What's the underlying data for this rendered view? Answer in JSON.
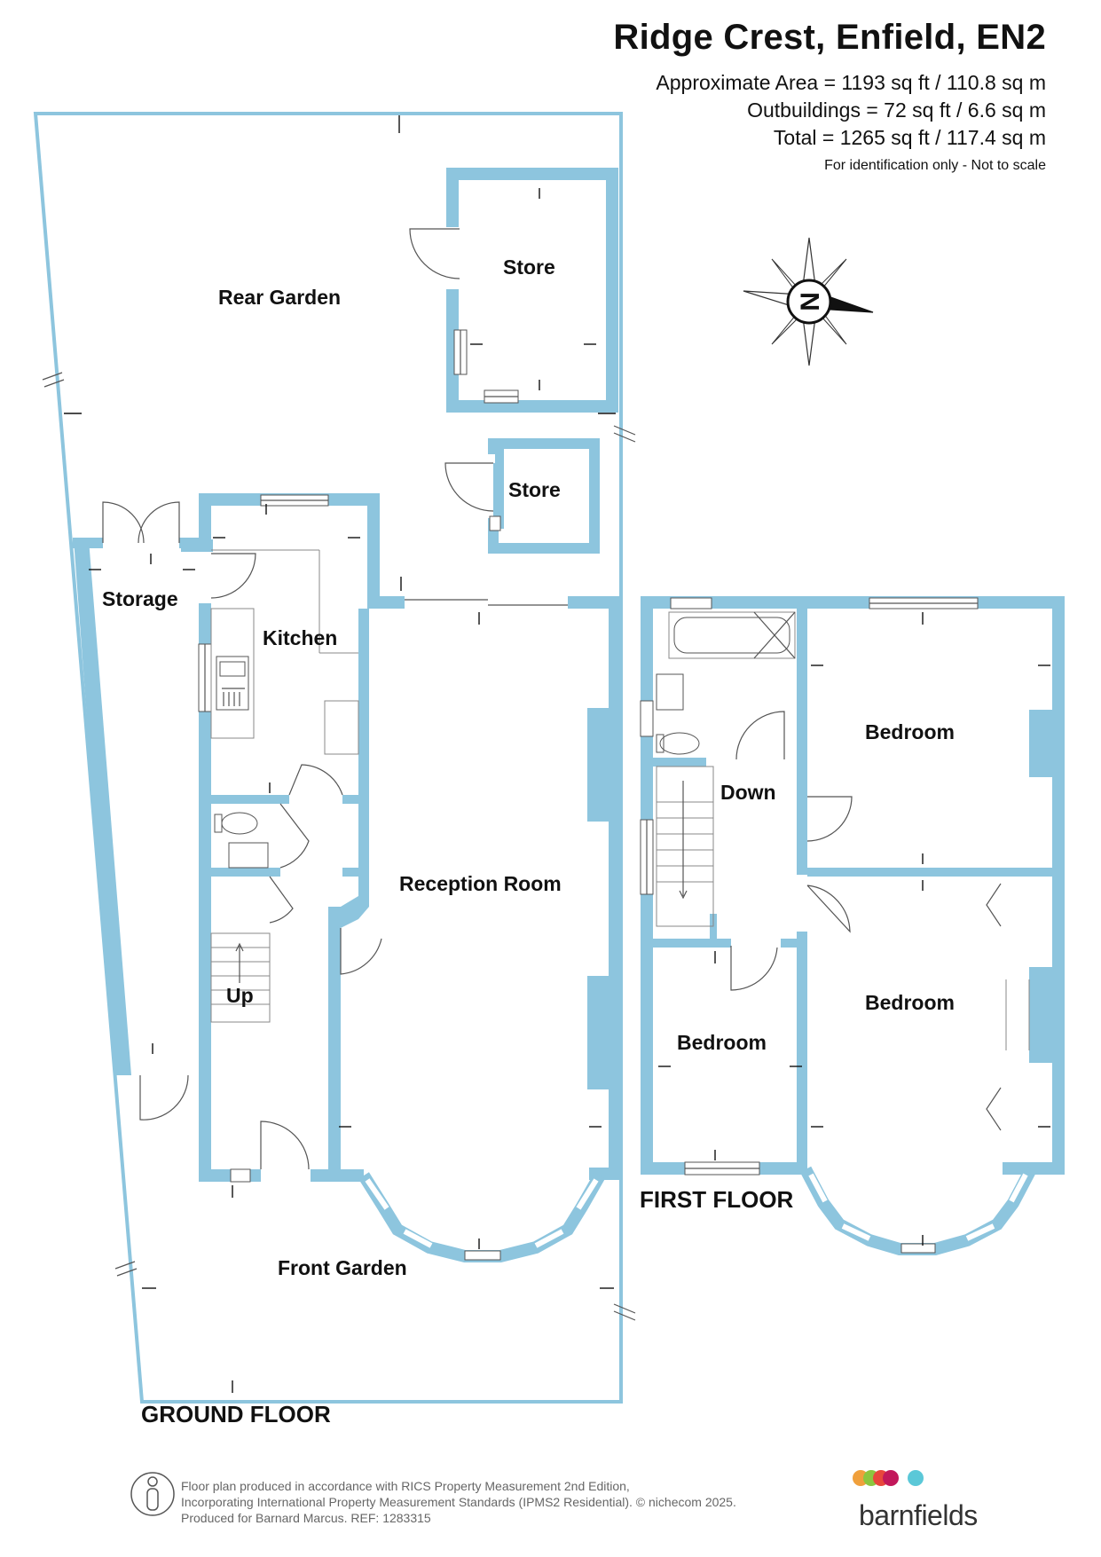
{
  "header": {
    "title": "Ridge Crest, Enfield, EN2",
    "area_approx": "Approximate Area = 1193 sq ft / 110.8 sq m",
    "area_outbuildings": "Outbuildings = 72 sq ft / 6.6 sq m",
    "area_total": "Total = 1265 sq ft / 117.4 sq m",
    "disclaimer": "For identification only - Not to scale"
  },
  "compass": {
    "letter": "N"
  },
  "rooms": {
    "rear_garden": "Rear Garden",
    "store_large": "Store",
    "store_small": "Store",
    "storage": "Storage",
    "kitchen": "Kitchen",
    "reception": "Reception Room",
    "up": "Up",
    "front_garden": "Front Garden",
    "bedroom_rear": "Bedroom",
    "down": "Down",
    "bedroom_front": "Bedroom",
    "bedroom_small": "Bedroom"
  },
  "floors": {
    "ground": "GROUND FLOOR",
    "first": "FIRST FLOOR"
  },
  "footer": {
    "line1": "Floor plan produced in accordance with RICS Property Measurement 2nd Edition,",
    "line2": "Incorporating International Property Measurement Standards (IPMS2 Residential).   © nichecom 2025.",
    "line3": "Produced for Barnard Marcus.   REF: 1283315",
    "brand": "barnfields"
  },
  "colors": {
    "wall": "#8dc5de",
    "brand_dots": [
      "#f0a03c",
      "#8cc63f",
      "#e8473c",
      "#c2185b",
      "#5bc8d8"
    ]
  }
}
